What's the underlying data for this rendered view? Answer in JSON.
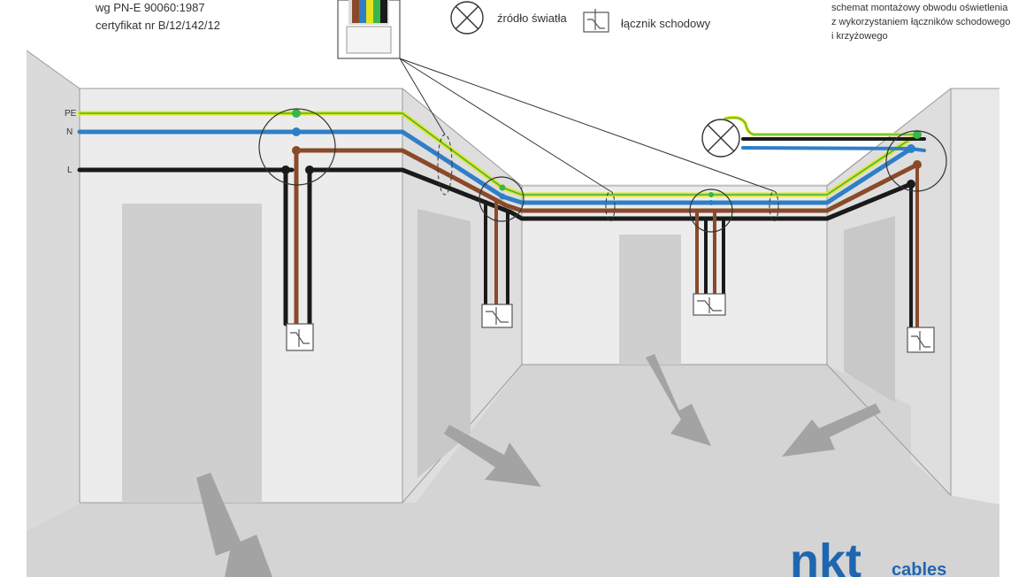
{
  "header": {
    "standard_line": "wg PN-E 90060:1987",
    "certificate_line": "certyfikat nr B/12/142/12"
  },
  "legend": {
    "light_source_label": "źródło światła",
    "stair_switch_label": "łącznik schodowy",
    "light_source_icon": "lamp-cross-icon",
    "stair_switch_icon": "stair-switch-icon"
  },
  "description": {
    "line1": "schemat montażowy obwodu oświetlenia",
    "line2": "z wykorzystaniem łączników schodowego",
    "line3": "i krzyżowego"
  },
  "wire_labels": {
    "pe": "PE",
    "n": "N",
    "l": "L"
  },
  "logo": {
    "brand": "nkt",
    "suffix": "cables"
  },
  "colors": {
    "pe_yellow": "#e6e31e",
    "pe_green": "#39b54a",
    "neutral_blue": "#2f7fc6",
    "brown": "#8a4a2a",
    "live_black": "#1a1a1a",
    "wall": "#e9e9e9",
    "floor": "#d4d4d4",
    "arrow": "#a3a3a3",
    "brand_blue": "#1f66b0"
  }
}
